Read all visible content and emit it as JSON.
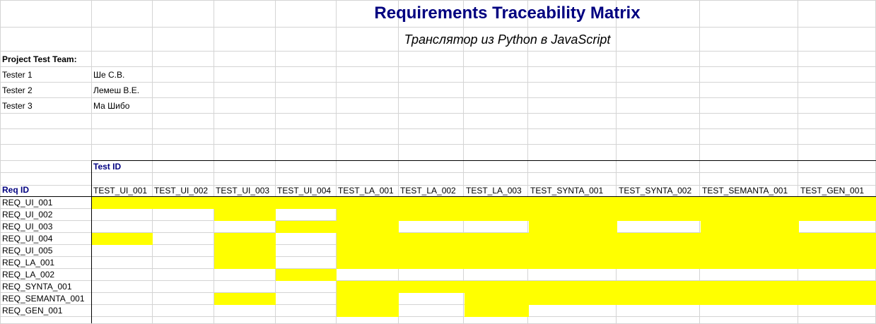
{
  "title": "Requirements Traceability Matrix",
  "subtitle": "Транслятор из Python в JavaScript",
  "team_heading": "Project Test Team:",
  "testers": [
    {
      "role": "Tester 1",
      "name": "Ше С.В."
    },
    {
      "role": "Tester 2",
      "name": "Лемеш В.Е."
    },
    {
      "role": "Tester 3",
      "name": "Ма Шибо"
    }
  ],
  "test_id_label": "Test ID",
  "req_id_label": "Req ID",
  "colors": {
    "highlight": "#ffff00",
    "header_text": "#000080"
  },
  "tests": [
    "TEST_UI_001",
    "TEST_UI_002",
    "TEST_UI_003",
    "TEST_UI_004",
    "TEST_LA_001",
    "TEST_LA_002",
    "TEST_LA_003",
    "TEST_SYNTA_001",
    "TEST_SYNTA_002",
    "TEST_SEMANTA_001",
    "TEST_GEN_001"
  ],
  "requirements": [
    {
      "id": "REQ_UI_001",
      "covered": [
        1,
        1,
        1,
        1,
        1,
        1,
        1,
        1,
        1,
        1,
        1
      ]
    },
    {
      "id": "REQ_UI_002",
      "covered": [
        0,
        0,
        1,
        0,
        1,
        1,
        1,
        1,
        1,
        1,
        1
      ]
    },
    {
      "id": "REQ_UI_003",
      "covered": [
        0,
        0,
        0,
        1,
        1,
        0,
        0,
        1,
        0,
        1,
        0
      ]
    },
    {
      "id": "REQ_UI_004",
      "covered": [
        1,
        0,
        1,
        0,
        1,
        1,
        1,
        1,
        1,
        1,
        1
      ]
    },
    {
      "id": "REQ_UI_005",
      "covered": [
        0,
        0,
        1,
        0,
        1,
        1,
        1,
        1,
        1,
        1,
        1
      ]
    },
    {
      "id": "REQ_LA_001",
      "covered": [
        0,
        0,
        1,
        0,
        1,
        1,
        1,
        1,
        1,
        1,
        1
      ]
    },
    {
      "id": "REQ_LA_002",
      "covered": [
        0,
        0,
        0,
        1,
        0,
        0,
        0,
        0,
        0,
        0,
        0
      ]
    },
    {
      "id": "REQ_SYNTA_001",
      "covered": [
        0,
        0,
        0,
        0,
        1,
        1,
        1,
        1,
        1,
        1,
        1
      ]
    },
    {
      "id": "REQ_SEMANTA_001",
      "covered": [
        0,
        0,
        1,
        0,
        1,
        0,
        1,
        1,
        1,
        1,
        1
      ]
    },
    {
      "id": "REQ_GEN_001",
      "covered": [
        0,
        0,
        0,
        0,
        1,
        0,
        1,
        0,
        0,
        0,
        0
      ]
    }
  ]
}
